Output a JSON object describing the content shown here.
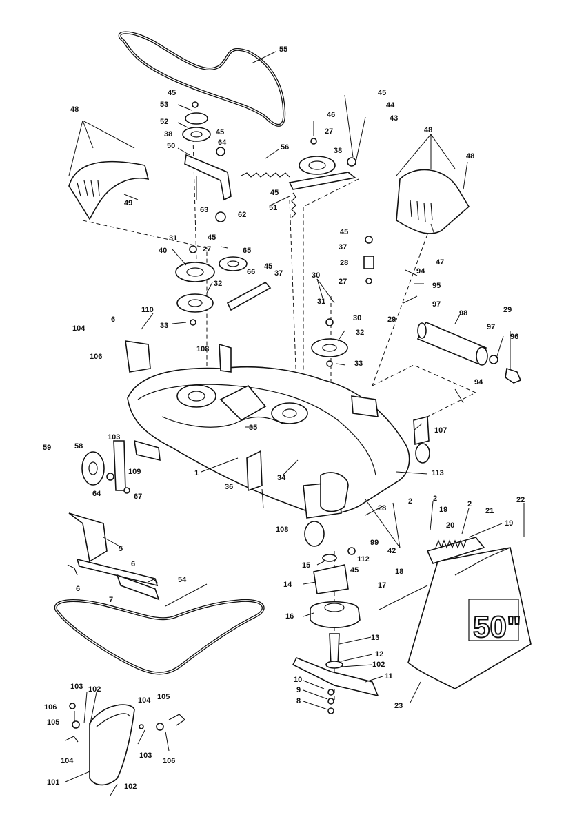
{
  "diagram": {
    "deck_badge": "50\"",
    "callouts": [
      {
        "id": "c55",
        "text": "55"
      },
      {
        "id": "c45a",
        "text": "45"
      },
      {
        "id": "c53",
        "text": "53"
      },
      {
        "id": "c52",
        "text": "52"
      },
      {
        "id": "c38a",
        "text": "38"
      },
      {
        "id": "c50",
        "text": "50"
      },
      {
        "id": "c45b",
        "text": "45"
      },
      {
        "id": "c64",
        "text": "64"
      },
      {
        "id": "c63",
        "text": "63"
      },
      {
        "id": "c62",
        "text": "62"
      },
      {
        "id": "c56",
        "text": "56"
      },
      {
        "id": "c46",
        "text": "46"
      },
      {
        "id": "c27a",
        "text": "27"
      },
      {
        "id": "c38b",
        "text": "38"
      },
      {
        "id": "c45c",
        "text": "45"
      },
      {
        "id": "c44",
        "text": "44"
      },
      {
        "id": "c43",
        "text": "43"
      },
      {
        "id": "c45d",
        "text": "45"
      },
      {
        "id": "c51",
        "text": "51"
      },
      {
        "id": "c48a",
        "text": "48"
      },
      {
        "id": "c49",
        "text": "49"
      },
      {
        "id": "c48b",
        "text": "48"
      },
      {
        "id": "c48c",
        "text": "48"
      },
      {
        "id": "c47",
        "text": "47"
      },
      {
        "id": "c31a",
        "text": "31"
      },
      {
        "id": "c45e",
        "text": "45"
      },
      {
        "id": "c27b",
        "text": "27"
      },
      {
        "id": "c65",
        "text": "65"
      },
      {
        "id": "c40",
        "text": "40"
      },
      {
        "id": "c66",
        "text": "66"
      },
      {
        "id": "c45f",
        "text": "45"
      },
      {
        "id": "c37a",
        "text": "37"
      },
      {
        "id": "c32a",
        "text": "32"
      },
      {
        "id": "c33a",
        "text": "33"
      },
      {
        "id": "c45g",
        "text": "45"
      },
      {
        "id": "c37b",
        "text": "37"
      },
      {
        "id": "c28a",
        "text": "28"
      },
      {
        "id": "c27c",
        "text": "27"
      },
      {
        "id": "c94a",
        "text": "94"
      },
      {
        "id": "c95",
        "text": "95"
      },
      {
        "id": "c30a",
        "text": "30"
      },
      {
        "id": "c31b",
        "text": "31"
      },
      {
        "id": "c30b",
        "text": "30"
      },
      {
        "id": "c29a",
        "text": "29"
      },
      {
        "id": "c97a",
        "text": "97"
      },
      {
        "id": "c98",
        "text": "98"
      },
      {
        "id": "c29b",
        "text": "29"
      },
      {
        "id": "c32b",
        "text": "32"
      },
      {
        "id": "c97b",
        "text": "97"
      },
      {
        "id": "c96",
        "text": "96"
      },
      {
        "id": "c33b",
        "text": "33"
      },
      {
        "id": "c110",
        "text": "110"
      },
      {
        "id": "c6a",
        "text": "6"
      },
      {
        "id": "c104a",
        "text": "104"
      },
      {
        "id": "c106a",
        "text": "106"
      },
      {
        "id": "c108a",
        "text": "108"
      },
      {
        "id": "c94b",
        "text": "94"
      },
      {
        "id": "c107",
        "text": "107"
      },
      {
        "id": "c35",
        "text": "35"
      },
      {
        "id": "c103a",
        "text": "103"
      },
      {
        "id": "c59",
        "text": "59"
      },
      {
        "id": "c58",
        "text": "58"
      },
      {
        "id": "c109",
        "text": "109"
      },
      {
        "id": "c1",
        "text": "1"
      },
      {
        "id": "c34",
        "text": "34"
      },
      {
        "id": "c113",
        "text": "113"
      },
      {
        "id": "c64b",
        "text": "64"
      },
      {
        "id": "c67",
        "text": "67"
      },
      {
        "id": "c36",
        "text": "36"
      },
      {
        "id": "c2a",
        "text": "2"
      },
      {
        "id": "c28b",
        "text": "28"
      },
      {
        "id": "c2b",
        "text": "2"
      },
      {
        "id": "c19a",
        "text": "19"
      },
      {
        "id": "c2c",
        "text": "2"
      },
      {
        "id": "c21",
        "text": "21"
      },
      {
        "id": "c22",
        "text": "22"
      },
      {
        "id": "c20",
        "text": "20"
      },
      {
        "id": "c19b",
        "text": "19"
      },
      {
        "id": "c108b",
        "text": "108"
      },
      {
        "id": "c99",
        "text": "99"
      },
      {
        "id": "c42",
        "text": "42"
      },
      {
        "id": "c5",
        "text": "5"
      },
      {
        "id": "c15",
        "text": "15"
      },
      {
        "id": "c112",
        "text": "112"
      },
      {
        "id": "c45h",
        "text": "45"
      },
      {
        "id": "c6b",
        "text": "6"
      },
      {
        "id": "c6c",
        "text": "6"
      },
      {
        "id": "c7",
        "text": "7"
      },
      {
        "id": "c14",
        "text": "14"
      },
      {
        "id": "c54",
        "text": "54"
      },
      {
        "id": "c18",
        "text": "18"
      },
      {
        "id": "c17",
        "text": "17"
      },
      {
        "id": "c16",
        "text": "16"
      },
      {
        "id": "c13",
        "text": "13"
      },
      {
        "id": "c12",
        "text": "12"
      },
      {
        "id": "c102a",
        "text": "102"
      },
      {
        "id": "c10",
        "text": "10"
      },
      {
        "id": "c11",
        "text": "11"
      },
      {
        "id": "c9",
        "text": "9"
      },
      {
        "id": "c8",
        "text": "8"
      },
      {
        "id": "c23",
        "text": "23"
      },
      {
        "id": "c103b",
        "text": "103"
      },
      {
        "id": "c102b",
        "text": "102"
      },
      {
        "id": "c106b",
        "text": "106"
      },
      {
        "id": "c104b",
        "text": "104"
      },
      {
        "id": "c105a",
        "text": "105"
      },
      {
        "id": "c105b",
        "text": "105"
      },
      {
        "id": "c104c",
        "text": "104"
      },
      {
        "id": "c103c",
        "text": "103"
      },
      {
        "id": "c106c",
        "text": "106"
      },
      {
        "id": "c101",
        "text": "101"
      },
      {
        "id": "c102c",
        "text": "102"
      }
    ]
  }
}
